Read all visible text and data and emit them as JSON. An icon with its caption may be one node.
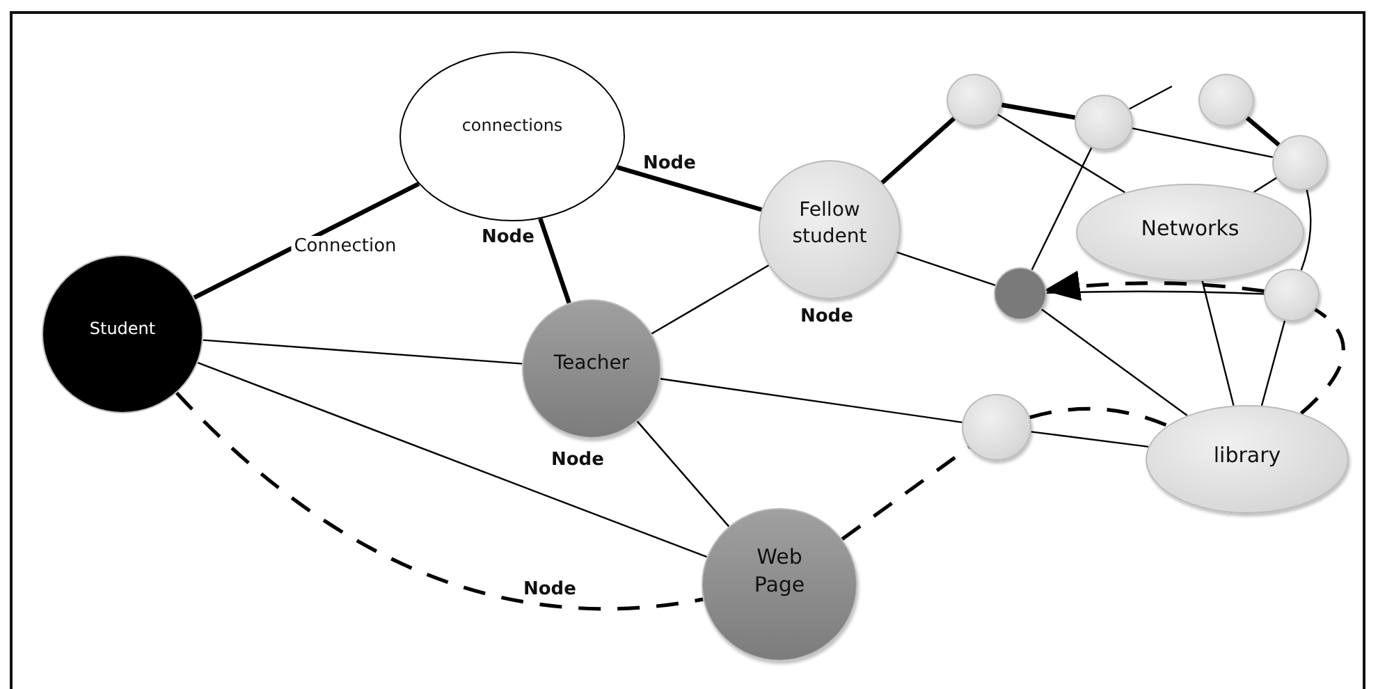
{
  "diagram": {
    "nodes": [
      {
        "text": [
          "Student"
        ]
      },
      {
        "text": [
          "connections"
        ]
      },
      {
        "text": [
          "Fellow student"
        ],
        "beside": [
          "Node"
        ]
      },
      {
        "text": [
          "Teacher"
        ],
        "beside": [
          "Node"
        ]
      },
      {
        "text": [
          "Web Page"
        ]
      },
      {
        "text": [
          "Networks"
        ]
      },
      {
        "text": [
          "library"
        ]
      },
      {
        "text": [],
        "shape": "circle"
      },
      {
        "text": [],
        "shape": "circle"
      },
      {
        "text": [],
        "shape": "circle"
      },
      {
        "text": [],
        "shape": "circle"
      },
      {
        "text": [],
        "shape": "circle"
      },
      {
        "text": [],
        "shape": "circle"
      },
      {
        "text": [],
        "shape": "circle"
      }
    ],
    "edges": [
      {
        "from": 0,
        "to": 1,
        "arrow": "none",
        "style": "thick",
        "label": "Connection"
      },
      {
        "from": 0,
        "to": 3,
        "arrow": "none"
      },
      {
        "from": 0,
        "to": 4,
        "arrow": "none"
      },
      {
        "from": 0,
        "to": 4,
        "arrow": "none",
        "style": "dashed"
      },
      {
        "from": 1,
        "to": 2,
        "arrow": "none",
        "style": "thick"
      },
      {
        "from": 1,
        "to": 3,
        "arrow": "none",
        "style": "thick"
      },
      {
        "from": 3,
        "to": 2,
        "arrow": "none"
      },
      {
        "from": 3,
        "to": 13,
        "arrow": "none"
      },
      {
        "from": 3,
        "to": 4,
        "arrow": "none"
      },
      {
        "from": 2,
        "to": 7,
        "arrow": "none",
        "style": "thick"
      },
      {
        "from": 2,
        "to": 11,
        "arrow": "none"
      },
      {
        "from": 7,
        "to": 8,
        "arrow": "none",
        "style": "thick"
      },
      {
        "from": 7,
        "to": 5,
        "arrow": "none"
      },
      {
        "from": 8,
        "to": null,
        "arrow": "none"
      },
      {
        "from": 8,
        "to": 10,
        "arrow": "none"
      },
      {
        "from": 8,
        "to": 11,
        "arrow": "none"
      },
      {
        "from": 9,
        "to": 10,
        "arrow": "none",
        "style": "thick"
      },
      {
        "from": 10,
        "to": 5,
        "arrow": "none"
      },
      {
        "from": 10,
        "to": 12,
        "arrow": "none"
      },
      {
        "from": 11,
        "to": 6,
        "arrow": "none"
      },
      {
        "from": 5,
        "to": 6,
        "arrow": "none"
      },
      {
        "from": 12,
        "to": 11,
        "arrow": "none"
      },
      {
        "from": 12,
        "to": 6,
        "arrow": "none"
      },
      {
        "from": 13,
        "to": 6,
        "arrow": "none"
      },
      {
        "from": 4,
        "to": 13,
        "arrow": "none",
        "style": "dashed"
      },
      {
        "from": 13,
        "to": 6,
        "arrow": "none",
        "style": "dashed"
      },
      {
        "from": 6,
        "to": 12,
        "arrow": "none",
        "style": "dashed"
      },
      {
        "from": 12,
        "to": 11,
        "arrow": "to",
        "style": "dashed"
      }
    ],
    "labels": [
      "Node",
      "Node",
      "Node"
    ]
  }
}
